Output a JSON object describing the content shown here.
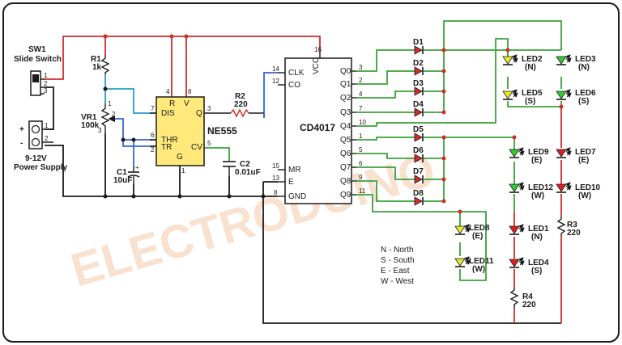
{
  "watermark": "ELECTRODUINO",
  "switch": {
    "id": "SW1",
    "name": "Slide Switch"
  },
  "power": {
    "plus": "+",
    "minus": "-",
    "volts": "9-12V",
    "name": "Power Supply"
  },
  "resistors": {
    "r1": {
      "id": "R1",
      "value": "1k"
    },
    "r2": {
      "id": "R2",
      "value": "220"
    },
    "r3": {
      "id": "R3",
      "value": "220"
    },
    "r4": {
      "id": "R4",
      "value": "220"
    }
  },
  "pot": {
    "id": "VR1",
    "value": "100k",
    "pins": [
      "1",
      "2",
      "3"
    ]
  },
  "caps": {
    "c1": {
      "id": "C1",
      "value": "10uF"
    },
    "c2": {
      "id": "C2",
      "value": "0.01uF"
    }
  },
  "ne555": {
    "name": "NE555",
    "pins": {
      "dis": "DIS",
      "thr": "THR",
      "tr": "TR",
      "r": "R",
      "v": "V",
      "q": "Q",
      "cv": "CV",
      "g": "G",
      "p7": "7",
      "p6": "6",
      "p2": "2",
      "p4": "4",
      "p8": "8",
      "p3": "3",
      "p5": "5",
      "p1": "1"
    }
  },
  "cd4017": {
    "name": "CD4017",
    "pins": {
      "clk": "CLK",
      "co": "CO",
      "vcc": "VCC",
      "mr": "MR",
      "e": "E",
      "gnd": "GND",
      "p14": "14",
      "p12": "12",
      "p16": "16",
      "p15": "15",
      "p13": "13",
      "p8": "8"
    },
    "outputs": [
      {
        "q": "Q0",
        "pin": "3"
      },
      {
        "q": "Q1",
        "pin": "2"
      },
      {
        "q": "Q2",
        "pin": "4"
      },
      {
        "q": "Q3",
        "pin": "7"
      },
      {
        "q": "Q4",
        "pin": "10"
      },
      {
        "q": "Q5",
        "pin": "1"
      },
      {
        "q": "Q6",
        "pin": "5"
      },
      {
        "q": "Q7",
        "pin": "6"
      },
      {
        "q": "Q8",
        "pin": "9"
      },
      {
        "q": "Q9",
        "pin": "11"
      }
    ]
  },
  "diodes": [
    "D1",
    "D2",
    "D3",
    "D4",
    "D5",
    "D6",
    "D7",
    "D8"
  ],
  "leds": {
    "led1": {
      "id": "LED1",
      "dir": "(N)"
    },
    "led2": {
      "id": "LED2",
      "dir": "(N)"
    },
    "led3": {
      "id": "LED3",
      "dir": "(N)"
    },
    "led4": {
      "id": "LED4",
      "dir": "(S)"
    },
    "led5": {
      "id": "LED5",
      "dir": "(S)"
    },
    "led6": {
      "id": "LED6",
      "dir": "(S)"
    },
    "led7": {
      "id": "LED7",
      "dir": "(E)"
    },
    "led8": {
      "id": "LED8",
      "dir": "(E)"
    },
    "led9": {
      "id": "LED9",
      "dir": "(E)"
    },
    "led10": {
      "id": "LED10",
      "dir": "(W)"
    },
    "led11": {
      "id": "LED11",
      "dir": "(W)"
    },
    "led12": {
      "id": "LED12",
      "dir": "(W)"
    }
  },
  "legend": [
    "N - North",
    "S - South",
    "E - East",
    "W - West"
  ],
  "colors": {
    "red_wire": "#d42a2a",
    "black_wire": "#1a1a1a",
    "green_wire": "#3aa13a",
    "blue_wire": "#3366cc",
    "teal_wire": "#2a9ad0",
    "led_red": "#e02020",
    "led_green": "#33cc33",
    "led_yellow": "#e8e830",
    "ic_yellow": "#ffe97a"
  }
}
